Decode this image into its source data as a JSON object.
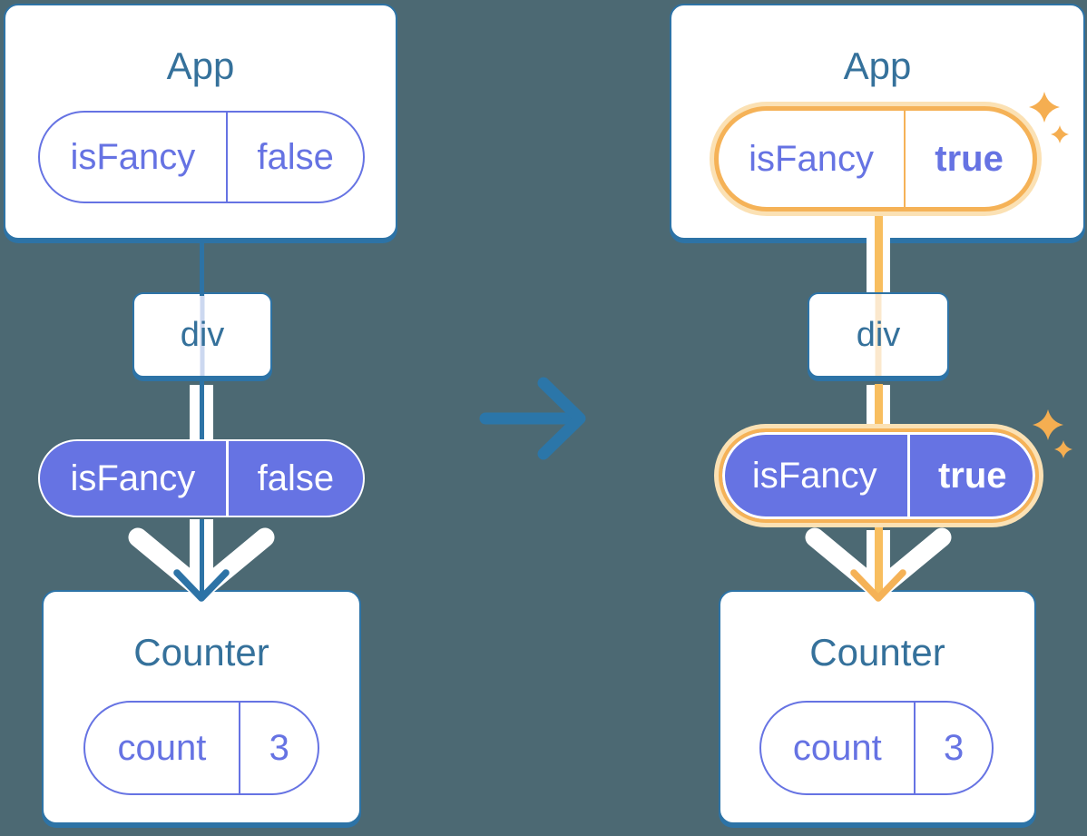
{
  "colors": {
    "background": "#4C6973",
    "card_fill": "#FFFFFF",
    "card_border_teal": "#2D73A6",
    "title_text_teal": "#35719B",
    "purple": "#6673E3",
    "lavender_pass_line": "#CCD8F0",
    "peach_pass_line": "#FBE8CD",
    "orange_ring": "#F5B257",
    "orange_halo": "#FBE1B4",
    "orange_line": "#F8BE5F",
    "sparkle_orange": "#F5AE51",
    "transition_arrow_blue": "#2B76A9"
  },
  "icons": {
    "transition_arrow": "right-arrow",
    "flow_arrowhead": "down-chevron-arrowhead",
    "white_flow_chevron": "down-chevron",
    "sparkle": "four-point-star"
  },
  "before": {
    "app": {
      "title": "App",
      "state_pill": {
        "label": "isFancy",
        "value": "false"
      }
    },
    "div": {
      "label": "div"
    },
    "prop_pill": {
      "label": "isFancy",
      "value": "false"
    },
    "counter": {
      "title": "Counter",
      "state_pill": {
        "label": "count",
        "value": "3"
      }
    }
  },
  "after": {
    "app": {
      "title": "App",
      "state_pill": {
        "label": "isFancy",
        "value": "true",
        "highlighted": true
      }
    },
    "div": {
      "label": "div"
    },
    "prop_pill": {
      "label": "isFancy",
      "value": "true",
      "highlighted": true
    },
    "counter": {
      "title": "Counter",
      "state_pill": {
        "label": "count",
        "value": "3"
      }
    }
  }
}
